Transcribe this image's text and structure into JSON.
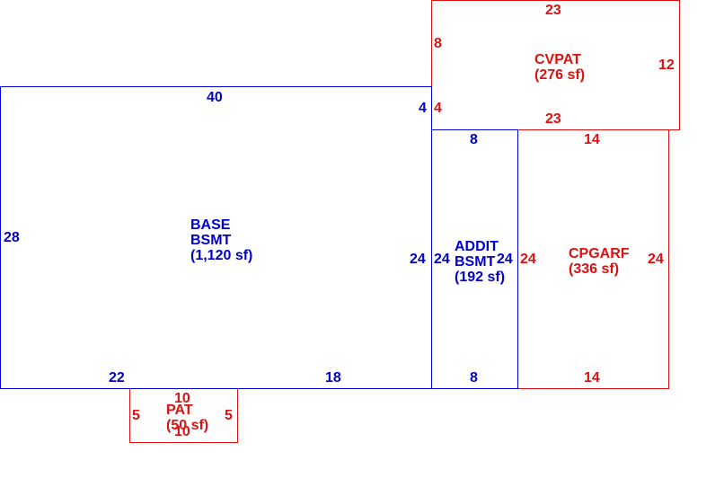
{
  "colors": {
    "existing": "#0000cc",
    "addition": "#dd1111"
  },
  "areas": {
    "base": {
      "line1": "BASE",
      "line2": "BSMT",
      "line3": "(1,120 sf)"
    },
    "addit": {
      "line1": "ADDIT",
      "line2": "BSMT",
      "line3": "(192 sf)"
    },
    "cvpat": {
      "line1": "CVPAT",
      "line2": "(276 sf)"
    },
    "cpgarf": {
      "line1": "CPGARF",
      "line2": "(336 sf)"
    },
    "pat": {
      "line1": "PAT",
      "line2": "(50 sf)"
    }
  },
  "dims": {
    "base_top": "40",
    "base_left": "28",
    "base_right_upper": "4",
    "base_right": "24",
    "base_bottom_left": "22",
    "base_bottom_right": "18",
    "addit_top": "8",
    "addit_left": "24",
    "addit_right": "24",
    "addit_bottom": "8",
    "cvpat_top": "23",
    "cvpat_left": "8",
    "cvpat_left_lower": "4",
    "cvpat_right": "12",
    "cvpat_bottom": "23",
    "cpgarf_top": "14",
    "cpgarf_left": "24",
    "cpgarf_right": "24",
    "cpgarf_bottom": "14",
    "pat_top": "10",
    "pat_left": "5",
    "pat_right": "5",
    "pat_bottom": "10"
  }
}
